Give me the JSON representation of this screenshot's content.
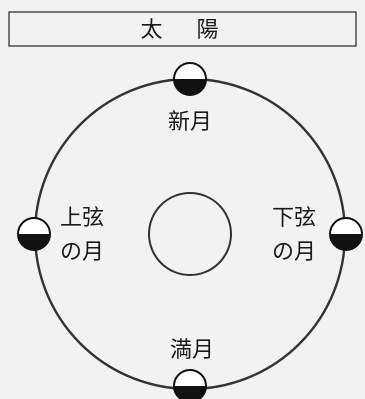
{
  "sun_label": "太　陽",
  "phases": {
    "new_moon": "新月",
    "first_quarter": [
      "上弦",
      "の月"
    ],
    "last_quarter": [
      "下弦",
      "の月"
    ],
    "full_moon": "満月"
  },
  "colors": {
    "background": "#f2f2f2",
    "line": "#333333",
    "moon_dark": "#111111",
    "moon_light": "#ffffff"
  }
}
